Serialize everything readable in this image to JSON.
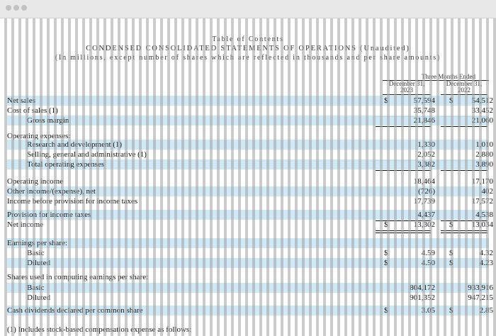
{
  "header": {
    "line1": "Table of Contents",
    "line2": "CONDENSED CONSOLIDATED STATEMENTS OF OPERATIONS (Unaudited)",
    "line3": "(In millions, except number of shares which are reflected in thousands and per share amounts)"
  },
  "columns": {
    "group_label": "Three Months Ended",
    "col1_line1": "December 31,",
    "col1_line2": "2023",
    "col2_line1": "December 31,",
    "col2_line2": "2022"
  },
  "rows": [
    {
      "label": "Net sales",
      "v1": "57,594",
      "v2": "54,512",
      "cur1": "$",
      "cur2": "$",
      "hl": true
    },
    {
      "label": "Cost of sales (1)",
      "v1": "35,748",
      "v2": "33,452"
    },
    {
      "label": "Gross margin",
      "v1": "21,846",
      "v2": "21,060",
      "hl": true
    },
    {
      "label": "Operating expenses:"
    },
    {
      "label": "Research and development (1)",
      "v1": "1,330",
      "v2": "1,010",
      "hl": true
    },
    {
      "label": "Selling, general and administrative (1)",
      "v1": "2,052",
      "v2": "2,880"
    },
    {
      "label": "Total operating expenses",
      "v1": "3,382",
      "v2": "3,890",
      "hl": true
    },
    {
      "label": "Operating income",
      "v1": "18,464",
      "v2": "17,170"
    },
    {
      "label": "Other income/(expense), net",
      "v1": "(726)",
      "v2": "402",
      "hl": true
    },
    {
      "label": "Income before provision for income taxes",
      "v1": "17,739",
      "v2": "17,572"
    },
    {
      "label": "Provision for income taxes",
      "v1": "4,437",
      "v2": "4,538",
      "hl": true
    },
    {
      "label": "Net income",
      "v1": "13,302",
      "v2": "13,034",
      "cur1": "$",
      "cur2": "$"
    },
    {
      "label": "Earnings per share:",
      "hl": true
    },
    {
      "label": "Basic",
      "v1": "4.59",
      "v2": "4.32",
      "cur1": "$",
      "cur2": "$"
    },
    {
      "label": "Diluted",
      "v1": "4.50",
      "v2": "4.23",
      "cur1": "$",
      "cur2": "$",
      "hl": true
    },
    {
      "label": "Shares used in computing earnings per share:"
    },
    {
      "label": "Basic",
      "v1": "804,172",
      "v2": "933,916",
      "hl": true
    },
    {
      "label": "Diluted",
      "v1": "901,352",
      "v2": "947,215"
    },
    {
      "label": "Cash dividends declared per common share",
      "v1": "3.05",
      "v2": "2.85",
      "cur1": "$",
      "cur2": "$",
      "hl": true
    },
    {
      "label": "(1) Includes stock-based compensation expense as follows:"
    }
  ]
}
